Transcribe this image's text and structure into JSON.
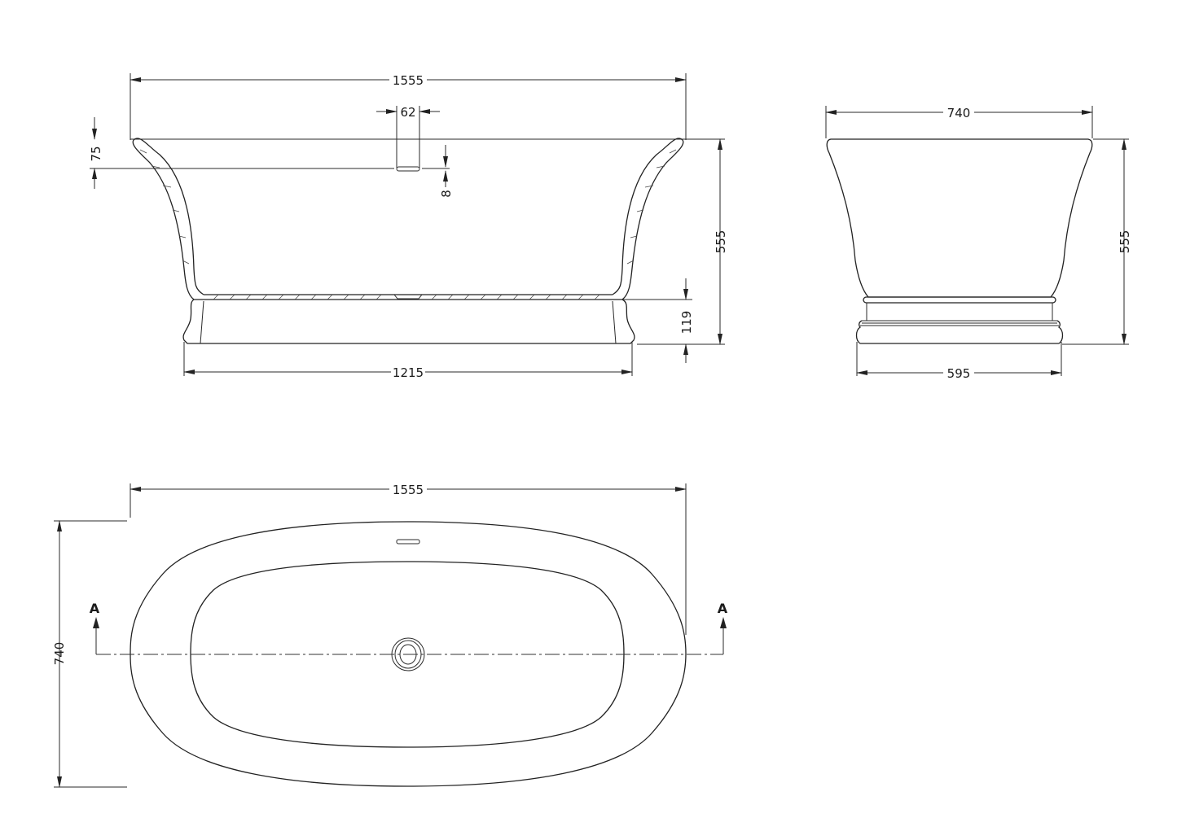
{
  "drawing": {
    "title": "Freestanding bath technical drawing",
    "units": "mm",
    "colors": {
      "line": "#2a2a2a",
      "background": "#ffffff"
    }
  },
  "side_section": {
    "overall_length": "1555",
    "overflow_width": "62",
    "overflow_depth_from_rim": "75",
    "overflow_height": "8",
    "overall_height": "555",
    "plinth_height": "119",
    "plinth_length": "1215"
  },
  "end_elevation": {
    "overall_width": "740",
    "overall_height": "555",
    "plinth_width": "595"
  },
  "plan_view": {
    "overall_length": "1555",
    "overall_width": "740",
    "section_marker_left": "A",
    "section_marker_right": "A"
  }
}
